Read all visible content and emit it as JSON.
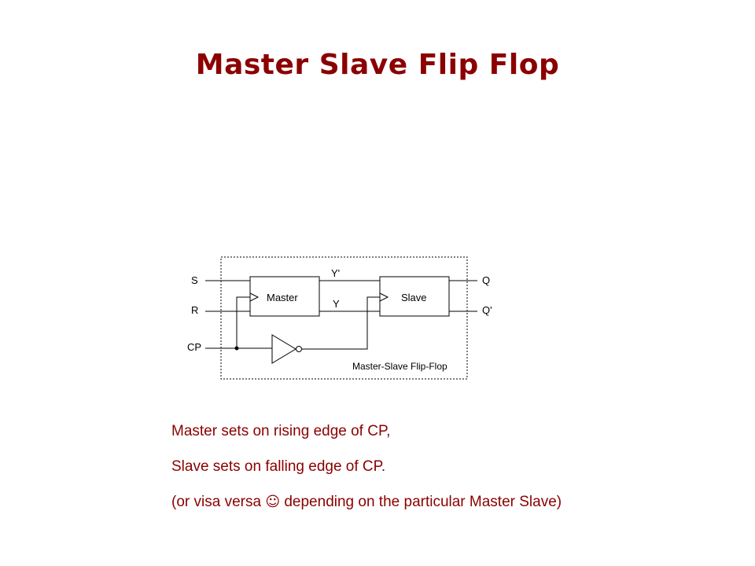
{
  "slide": {
    "title": "Master Slave Flip Flop"
  },
  "diagram": {
    "inputs": {
      "s": "S",
      "r": "R",
      "cp": "CP"
    },
    "outputs": {
      "q": "Q",
      "q_bar": "Q'"
    },
    "signals": {
      "y_bar": "Y'",
      "y": "Y"
    },
    "blocks": {
      "master": "Master",
      "slave": "Slave"
    },
    "caption": "Master-Slave Flip-Flop"
  },
  "notes": {
    "line1": "Master sets on rising edge of CP,",
    "line2": "Slave sets on falling edge of CP.",
    "line3_before": "(or visa versa ",
    "line3_smiley": "☺",
    "line3_after": " depending on the particular Master Slave)"
  },
  "colors": {
    "title": "#8b0000",
    "text": "#8b0000",
    "diagram_lines": "#000000"
  }
}
